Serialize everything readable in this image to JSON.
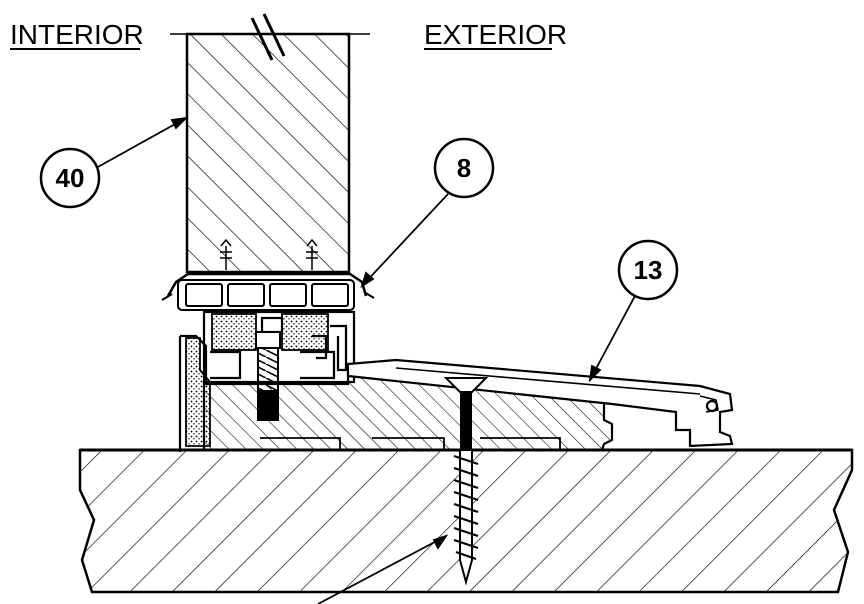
{
  "labels": {
    "interior": "INTERIOR",
    "exterior": "EXTERIOR"
  },
  "callouts": [
    {
      "id": "door-panel",
      "number": "40"
    },
    {
      "id": "gasket",
      "number": "8"
    },
    {
      "id": "threshold",
      "number": "13"
    }
  ],
  "colors": {
    "line": "#000000",
    "background": "#ffffff",
    "hatch": "#000000",
    "filler": "#d9d9d9"
  }
}
